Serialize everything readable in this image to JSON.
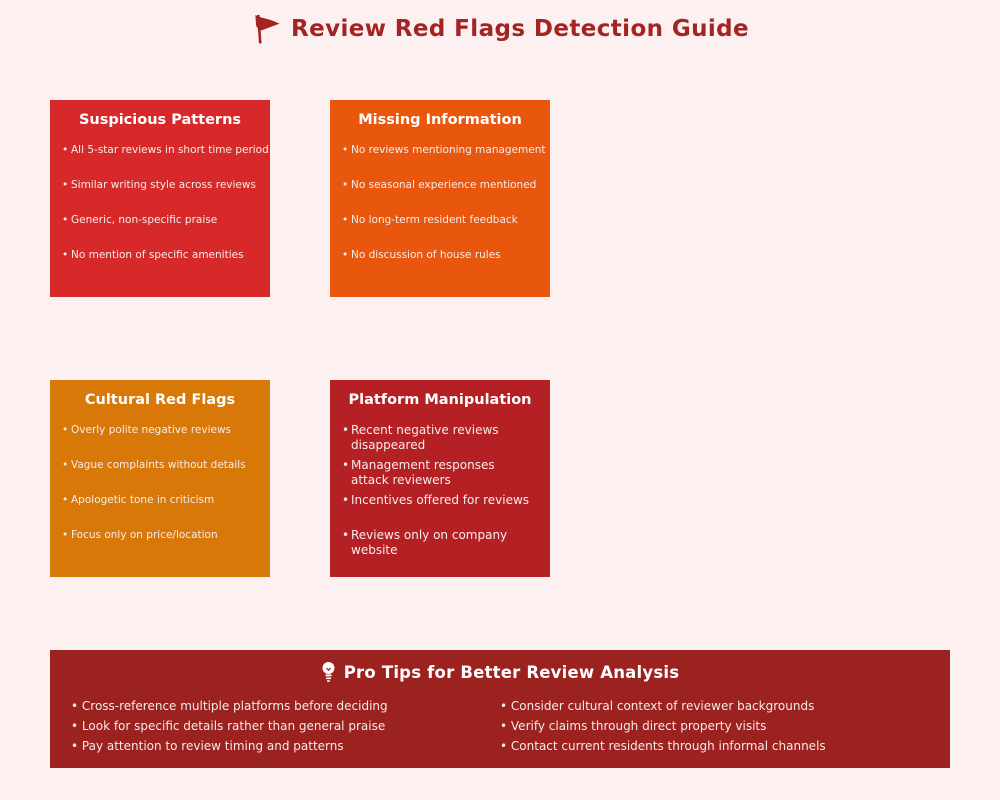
{
  "page": {
    "title": "Review Red Flags Detection Guide",
    "colors": {
      "background": "#fdf0f0",
      "title": "#a32422"
    }
  },
  "cards": [
    {
      "title": "Suspicious Patterns",
      "color": "#d8292a",
      "items": [
        "All 5-star reviews in short time period",
        "Similar writing style across reviews",
        "Generic, non-specific praise",
        "No mention of specific amenities"
      ]
    },
    {
      "title": "Missing Information",
      "color": "#e9570e",
      "items": [
        "No reviews mentioning management",
        "No seasonal experience mentioned",
        "No long-term resident feedback",
        "No discussion of house rules"
      ]
    },
    {
      "title": "Cultural Red Flags",
      "color": "#d77808",
      "items": [
        "Overly polite negative reviews",
        "Vague complaints without details",
        "Apologetic tone in criticism",
        "Focus only on price/location"
      ]
    },
    {
      "title": "Platform Manipulation",
      "color": "#b42024",
      "items": [
        "Recent negative reviews disappeared",
        "Management responses attack reviewers",
        "Incentives offered for reviews",
        "Reviews only on company website"
      ]
    }
  ],
  "pro_tips": {
    "title": "Pro Tips for Better Review Analysis",
    "icon": "lightbulb-icon",
    "color": "#9c2220",
    "columns": [
      {
        "items": [
          "Cross-reference multiple platforms before deciding",
          "Look for specific details rather than general praise",
          "Pay attention to review timing and patterns"
        ]
      },
      {
        "items": [
          "Consider cultural context of reviewer backgrounds",
          "Verify claims through direct property visits",
          "Contact current residents through informal channels"
        ]
      }
    ]
  }
}
